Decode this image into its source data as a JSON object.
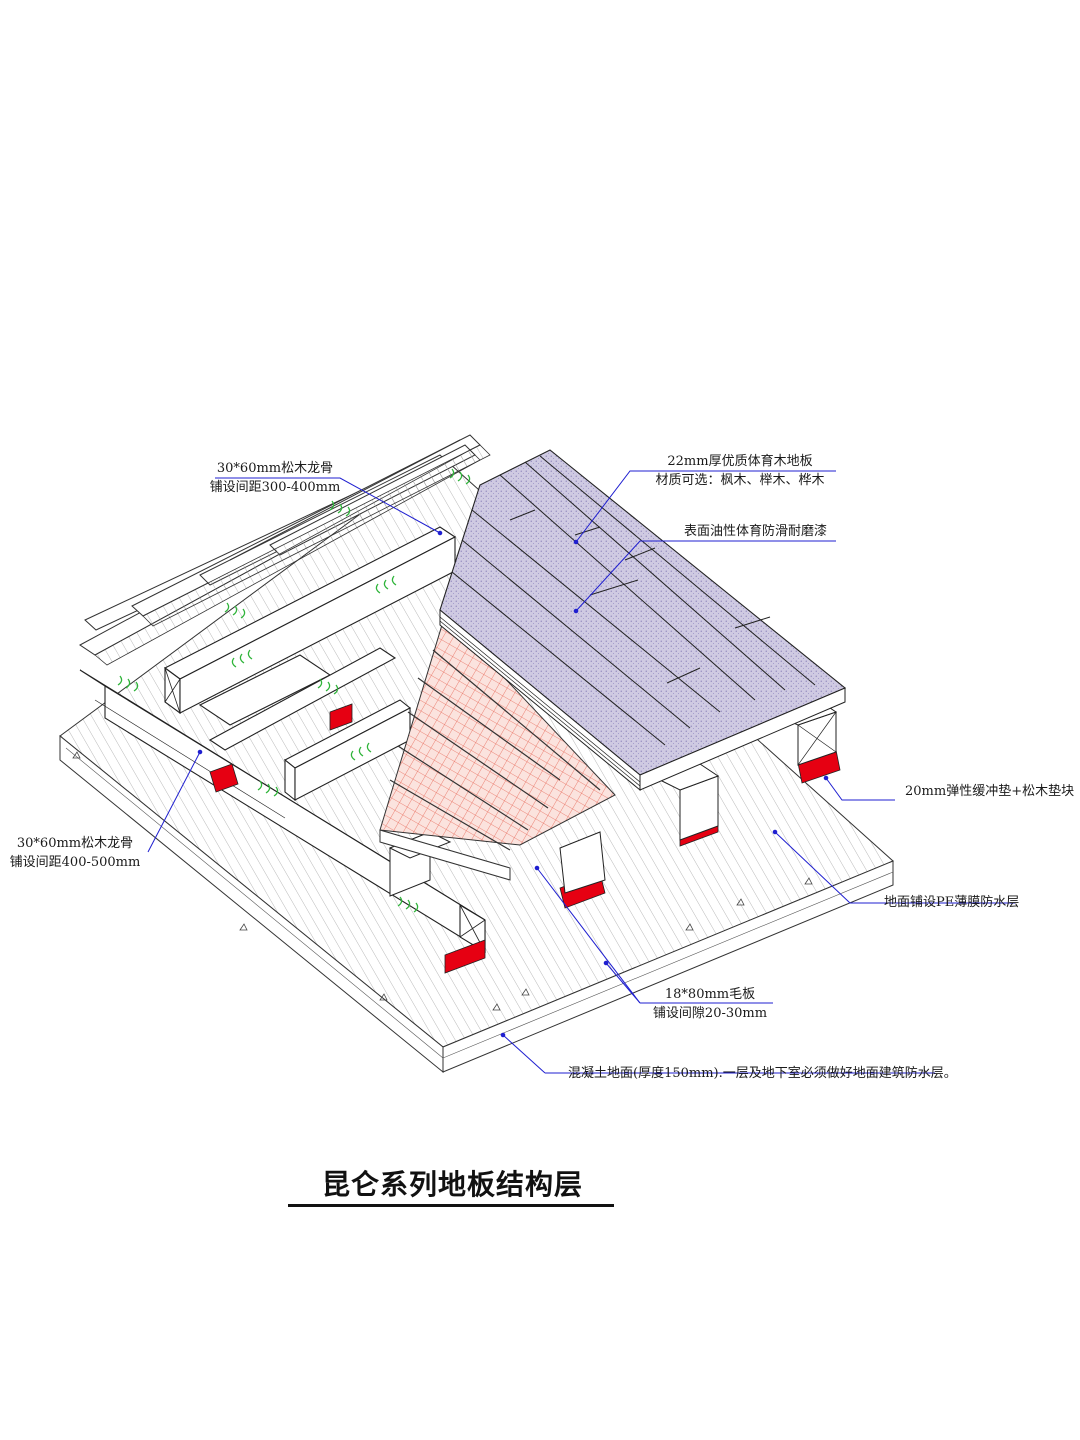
{
  "title": "昆仑系列地板结构层",
  "labels": {
    "joist_upper": {
      "line1": "30*60mm松木龙骨",
      "line2": "铺设间距300-400mm"
    },
    "joist_lower": {
      "line1": "30*60mm松木龙骨",
      "line2": "铺设间距400-500mm"
    },
    "floor_board": {
      "line1": "22mm厚优质体育木地板",
      "line2": "材质可选：枫木、榉木、桦木"
    },
    "surface_paint": {
      "line1": "表面油性体育防滑耐磨漆"
    },
    "pad": {
      "line1": "20mm弹性缓冲垫+松木垫块"
    },
    "pe_film": {
      "line1": "地面铺设PE薄膜防水层"
    },
    "subfloor": {
      "line1": "18*80mm毛板",
      "line2": "铺设间隙20-30mm"
    },
    "concrete": {
      "line1": "混凝土地面(厚度150mm).一层及地下室必须做好地面建筑防水层。"
    }
  },
  "colors": {
    "leader": "#1f1fd0",
    "pad": "#e60012",
    "subfloor_hatch": "#e86a5a",
    "board": "#c9c4de",
    "line": "#222222",
    "joist_mark": "#2fb43a"
  },
  "icons": [
    "joist-grain-mark-icon"
  ]
}
